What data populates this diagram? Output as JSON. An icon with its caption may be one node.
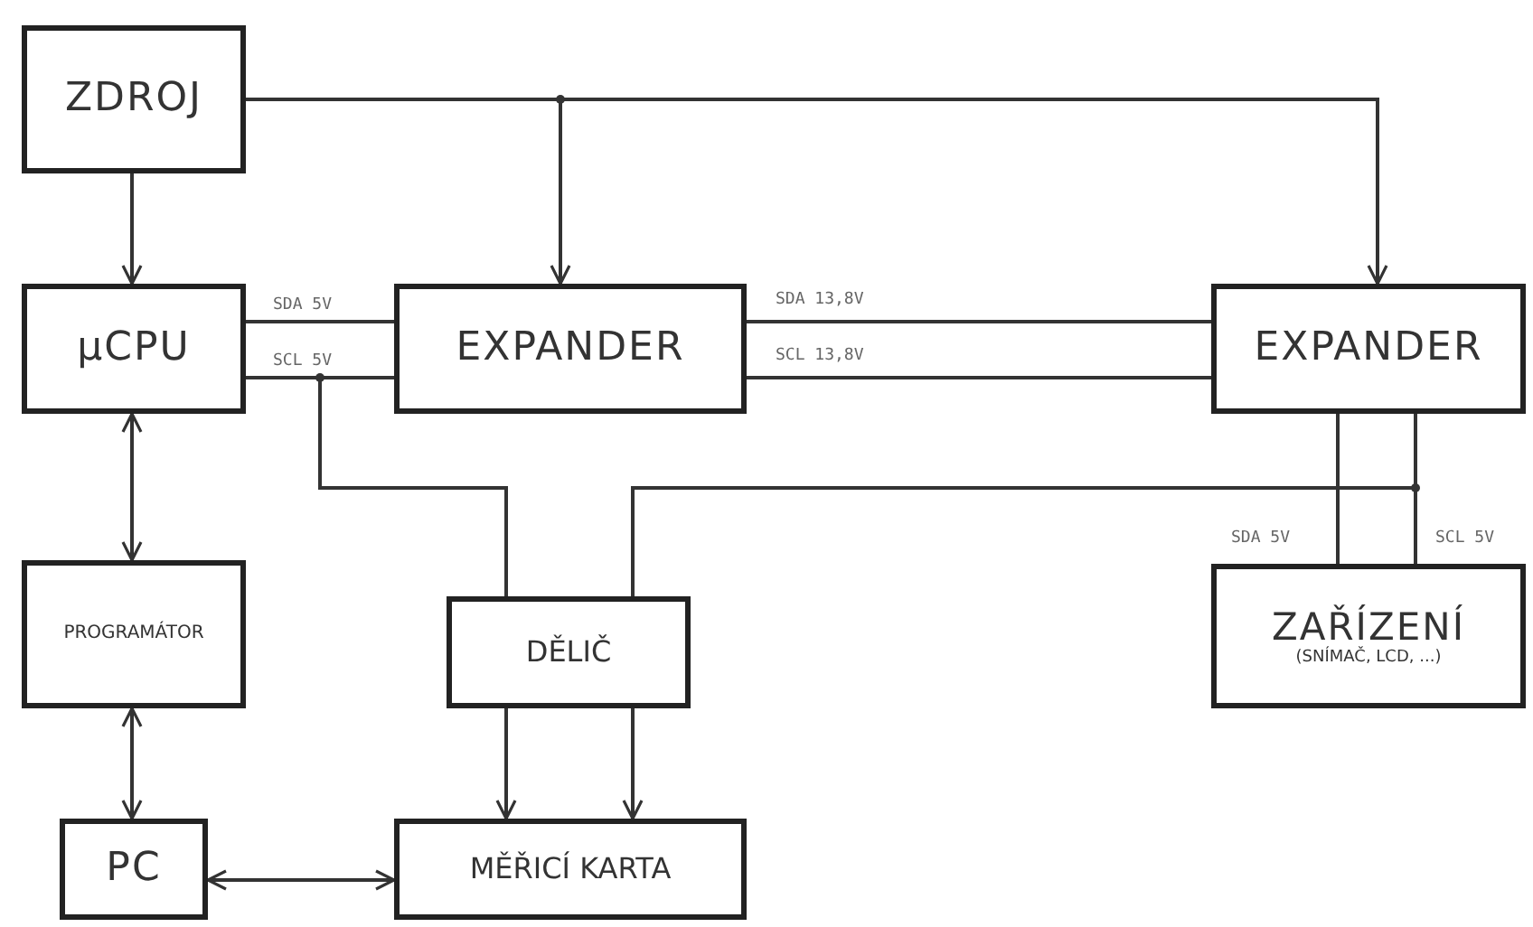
{
  "diagram": {
    "nodes": [
      {
        "text": [
          "ZDROJ"
        ]
      },
      {
        "text": [
          "µCPU"
        ]
      },
      {
        "text": [
          "EXPANDER"
        ]
      },
      {
        "text": [
          "EXPANDER"
        ]
      },
      {
        "text": [
          "PROGRAMÁTOR"
        ]
      },
      {
        "text": [
          "DĚLIČ"
        ]
      },
      {
        "text": [
          "ZAŘÍZENÍ",
          "(SNÍMAČ, LCD, ...)"
        ]
      },
      {
        "text": [
          "PC"
        ]
      },
      {
        "text": [
          "MĚŘICÍ KARTA"
        ]
      }
    ],
    "edges": [
      {
        "from": 0,
        "to": 1,
        "arrow": "to"
      },
      {
        "from": 0,
        "to": 2,
        "arrow": "to"
      },
      {
        "from": 0,
        "to": 3,
        "arrow": "to"
      },
      {
        "from": 1,
        "to": 2,
        "arrow": "none",
        "label": "SDA 5V"
      },
      {
        "from": 1,
        "to": 2,
        "arrow": "none",
        "label": "SCL 5V"
      },
      {
        "from": 2,
        "to": 3,
        "arrow": "none",
        "label": "SDA 13,8V"
      },
      {
        "from": 2,
        "to": 3,
        "arrow": "none",
        "label": "SCL 13,8V"
      },
      {
        "from": 1,
        "to": 4,
        "arrow": "both"
      },
      {
        "from": 4,
        "to": 7,
        "arrow": "both"
      },
      {
        "from": 7,
        "to": 8,
        "arrow": "both"
      },
      {
        "from": 5,
        "to": 8,
        "arrow": "to"
      },
      {
        "from": 5,
        "to": 8,
        "arrow": "to"
      },
      {
        "from": 3,
        "to": 6,
        "arrow": "none",
        "label": "SDA 5V"
      },
      {
        "from": 3,
        "to": 6,
        "arrow": "none",
        "label": "SCL 5V"
      },
      {
        "from": 1,
        "to": 5,
        "arrow": "none"
      },
      {
        "from": 3,
        "to": 5,
        "arrow": "none"
      }
    ]
  }
}
